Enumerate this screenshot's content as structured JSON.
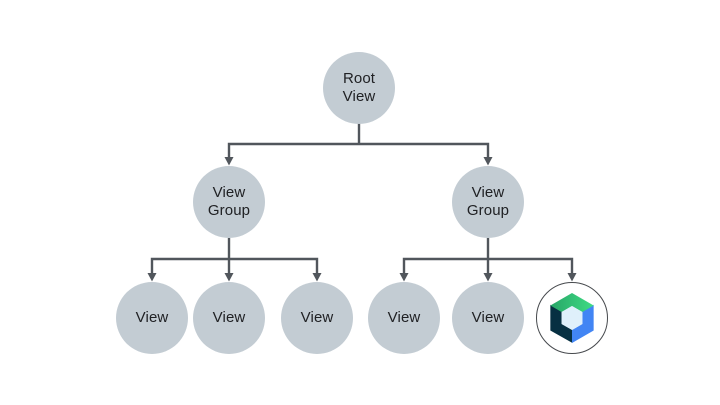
{
  "diagram": {
    "type": "tree",
    "colors": {
      "background": "#ffffff",
      "node_fill": "#C3CCD3",
      "node_text": "#202124",
      "connector": "#51565C",
      "compose_ring": "#46494D",
      "compose_green_dark": "#27A567",
      "compose_green": "#3FDC84",
      "compose_blue": "#4285F4",
      "compose_navy": "#073042",
      "compose_core": "#DFF0FB"
    },
    "nodes": {
      "root": {
        "label": "Root\nView"
      },
      "group_left": {
        "label": "View\nGroup"
      },
      "group_right": {
        "label": "View\nGroup"
      },
      "leaf_l1": {
        "label": "View"
      },
      "leaf_l2": {
        "label": "View"
      },
      "leaf_l3": {
        "label": "View"
      },
      "leaf_r1": {
        "label": "View"
      },
      "leaf_r2": {
        "label": "View"
      },
      "leaf_compose": {
        "icon": "jetpack-compose-logo"
      }
    },
    "edges": [
      {
        "from": "root",
        "to": "group_left"
      },
      {
        "from": "root",
        "to": "group_right"
      },
      {
        "from": "group_left",
        "to": "leaf_l1"
      },
      {
        "from": "group_left",
        "to": "leaf_l2"
      },
      {
        "from": "group_left",
        "to": "leaf_l3"
      },
      {
        "from": "group_right",
        "to": "leaf_r1"
      },
      {
        "from": "group_right",
        "to": "leaf_r2"
      },
      {
        "from": "group_right",
        "to": "leaf_compose"
      }
    ]
  }
}
